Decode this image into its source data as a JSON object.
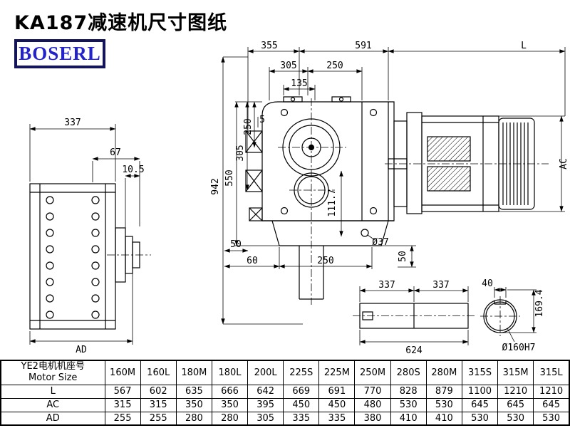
{
  "colors": {
    "brand_text": "#2323cc",
    "brand_border": "#14145a",
    "line": "#000000"
  },
  "page": {
    "title": "KA187减速机尺寸图纸",
    "brand": "BOSERL"
  },
  "drawing": {
    "front": {
      "top_355": "355",
      "top_591": "591",
      "top_L": "L",
      "w305": "305",
      "w250": "250",
      "w135": "135",
      "h942": "942",
      "h550": "550",
      "v305": "305",
      "v250": "250",
      "v5": "5",
      "v111_7": "111.7",
      "b50": "50",
      "b60": "60",
      "b250": "250",
      "dia37": "Ø37",
      "r50": "50",
      "ac": "AC"
    },
    "side": {
      "w337": "337",
      "w67": "67",
      "w10_5": "10.5",
      "ad": "AD"
    },
    "shaft": {
      "l337a": "337",
      "l337b": "337",
      "l624": "624",
      "w40": "40",
      "h169_4": "169.4",
      "dia160": "Ø160H7"
    }
  },
  "table": {
    "header_cn": "YE2电机机座号",
    "header_en": "Motor Size",
    "columns": [
      "160M",
      "160L",
      "180M",
      "180L",
      "200L",
      "225S",
      "225M",
      "250M",
      "280S",
      "280M",
      "315S",
      "315M",
      "315L"
    ],
    "rows": [
      {
        "label": "L",
        "values": [
          "567",
          "602",
          "635",
          "666",
          "642",
          "669",
          "691",
          "770",
          "828",
          "879",
          "1100",
          "1210",
          "1210"
        ]
      },
      {
        "label": "AC",
        "values": [
          "315",
          "315",
          "350",
          "350",
          "395",
          "450",
          "450",
          "480",
          "530",
          "530",
          "645",
          "645",
          "645"
        ]
      },
      {
        "label": "AD",
        "values": [
          "255",
          "255",
          "280",
          "280",
          "305",
          "335",
          "335",
          "380",
          "410",
          "410",
          "530",
          "530",
          "530"
        ]
      }
    ]
  }
}
